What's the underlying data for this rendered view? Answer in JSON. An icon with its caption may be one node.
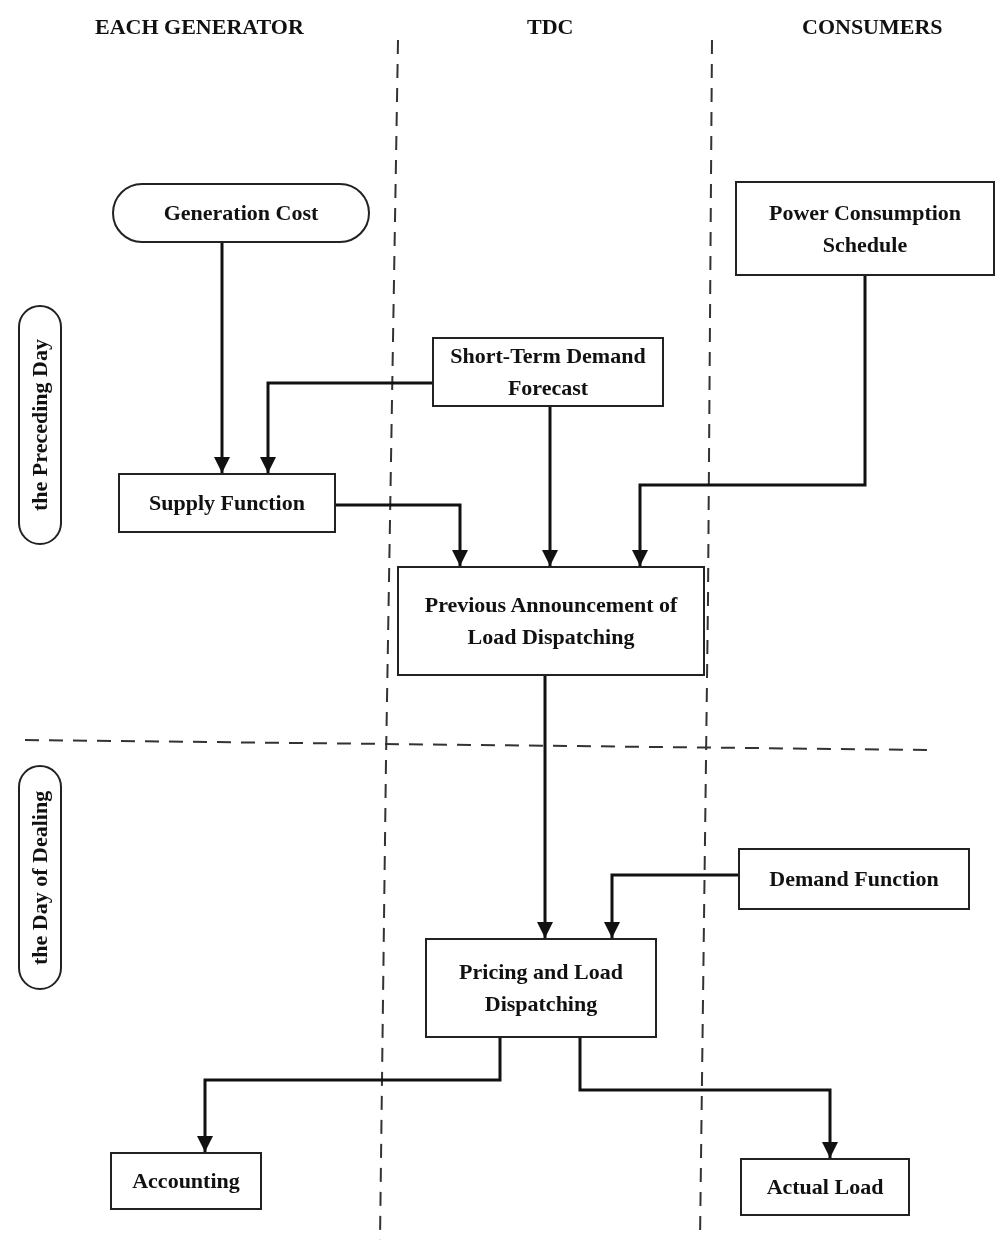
{
  "diagram": {
    "nodes": [
      {
        "text": [
          "the Preceding Day"
        ]
      },
      {
        "text": [
          "the Day of Dealing"
        ]
      },
      {
        "text": [
          "Generation Cost"
        ]
      },
      {
        "text": [
          "Power Consumption Schedule"
        ]
      },
      {
        "text": [
          "Short-Term Demand Forecast"
        ]
      },
      {
        "text": [
          "Supply Function"
        ]
      },
      {
        "text": [
          "Previous Announcement of Load Dispatching"
        ]
      },
      {
        "text": [
          "Demand Function"
        ]
      },
      {
        "text": [
          "Pricing and Load Dispatching"
        ]
      },
      {
        "text": [
          "Accounting"
        ]
      },
      {
        "text": [
          "Actual Load"
        ]
      }
    ],
    "edges": [
      {
        "from": 2,
        "to": 5,
        "arrow": "to"
      },
      {
        "from": 4,
        "to": 5,
        "arrow": "to"
      },
      {
        "from": 5,
        "to": 6,
        "arrow": "to"
      },
      {
        "from": 4,
        "to": 6,
        "arrow": "to"
      },
      {
        "from": 3,
        "to": 6,
        "arrow": "to"
      },
      {
        "from": 6,
        "to": 8,
        "arrow": "to"
      },
      {
        "from": 7,
        "to": 8,
        "arrow": "to"
      },
      {
        "from": 8,
        "to": 9,
        "arrow": "to"
      },
      {
        "from": 8,
        "to": 10,
        "arrow": "to"
      }
    ],
    "labels": [
      "EACH GENERATOR",
      "TDC",
      "CONSUMERS"
    ]
  }
}
